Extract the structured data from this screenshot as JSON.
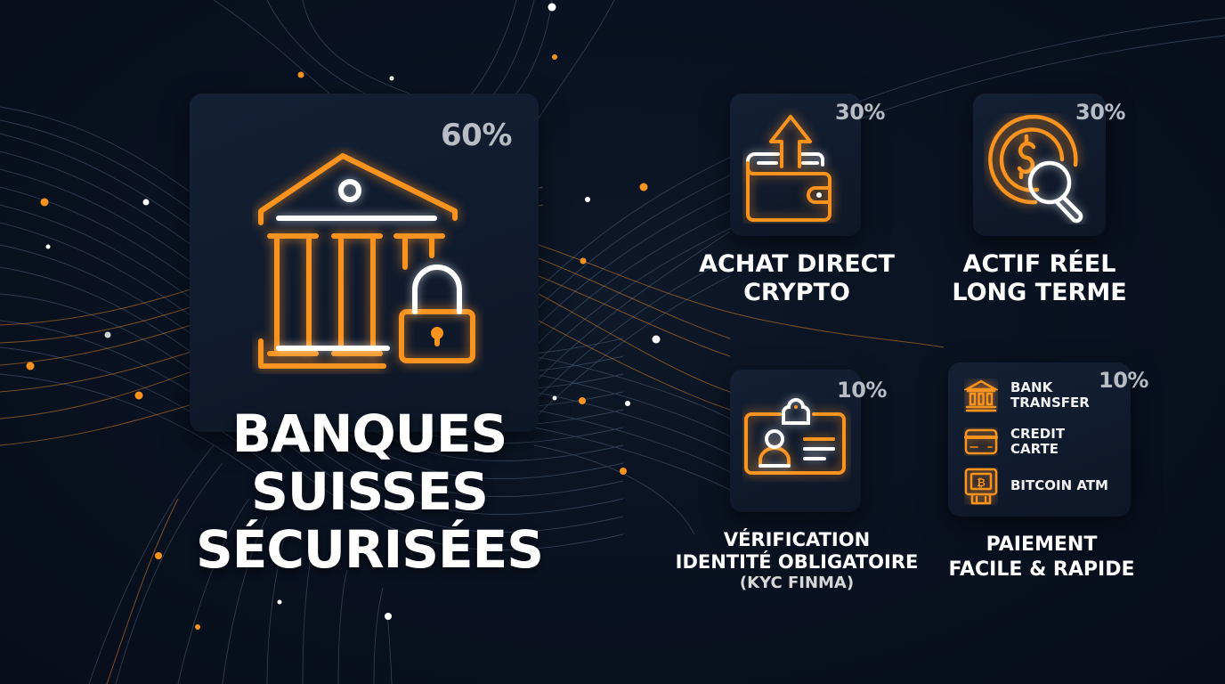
{
  "colors": {
    "background": "#0a1120",
    "card": "#121d31",
    "accent_orange": "#f7931e",
    "percent_gray": "#b8bcc4",
    "text_white": "#ffffff"
  },
  "hero": {
    "percent": "60%",
    "icon": "bank-with-padlock-icon",
    "title_lines": [
      "BANQUES",
      "SUISSES",
      "SÉCURISÉES"
    ]
  },
  "cards": [
    {
      "id": "direct-crypto",
      "percent": "30%",
      "icon": "wallet-arrow-up-icon",
      "label_lines": [
        "ACHAT DIRECT",
        "CRYPTO"
      ]
    },
    {
      "id": "real-asset",
      "percent": "30%",
      "icon": "coin-magnifier-icon",
      "label_lines": [
        "ACTIF RÉEL",
        "LONG TERME"
      ]
    },
    {
      "id": "identity-verification",
      "percent": "10%",
      "icon": "id-badge-icon",
      "label_lines": [
        "VÉRIFICATION",
        "IDENTITÉ OBLIGATOIRE",
        "(KYC FINMA)"
      ]
    },
    {
      "id": "payment",
      "percent": "10%",
      "label_lines": [
        "PAIEMENT",
        "FACILE & RAPIDE"
      ],
      "methods": [
        {
          "icon": "bank-icon",
          "lines": [
            "BANK",
            "TRANSFER"
          ]
        },
        {
          "icon": "credit-card-icon",
          "lines": [
            "CREDIT",
            "CARTE"
          ]
        },
        {
          "icon": "bitcoin-atm-icon",
          "lines": [
            "BITCOIN ATM"
          ]
        }
      ]
    }
  ]
}
